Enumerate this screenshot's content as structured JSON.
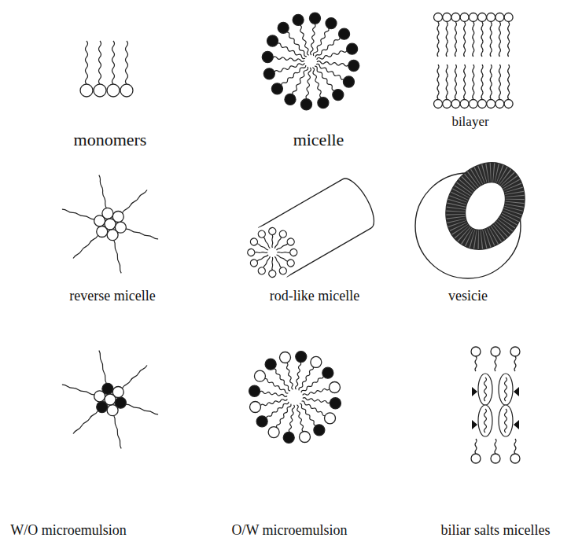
{
  "diagram": {
    "labels": [
      "monomers",
      "micelle",
      "bilayer",
      "reverse micelle",
      "rod-like micelle",
      "vesicie",
      "W/O microemulsion",
      "O/W microemulsion",
      "biliar salts micelles"
    ]
  }
}
